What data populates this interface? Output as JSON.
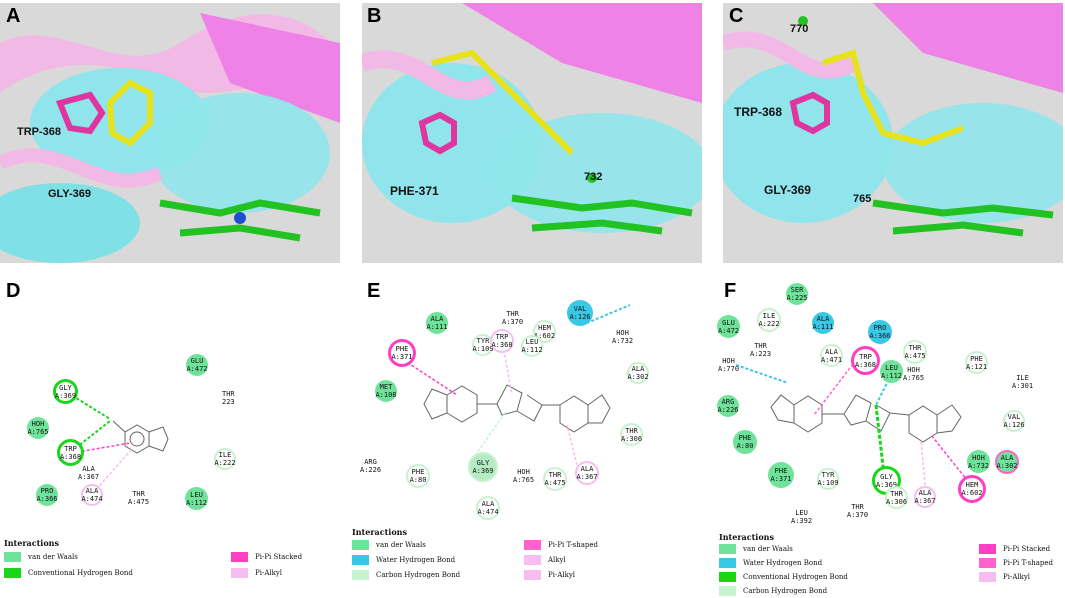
{
  "panels": {
    "A": {
      "label": "A",
      "residues": [
        "TRP-368",
        "GLY-369"
      ]
    },
    "B": {
      "label": "B",
      "residues": [
        "PHE-371",
        "732"
      ]
    },
    "C": {
      "label": "C",
      "residues": [
        "770",
        "TRP-368",
        "GLY-369",
        "765"
      ]
    },
    "D": {
      "label": "D",
      "residues": [
        {
          "name": "GLY\nA:369",
          "type": "hb"
        },
        {
          "name": "HOH\nA:765",
          "type": "vdw"
        },
        {
          "name": "TRP\nA:368",
          "type": "hb"
        },
        {
          "name": "ALA\nA:367",
          "type": "text"
        },
        {
          "name": "ALA\nA:474",
          "type": "alkyl"
        },
        {
          "name": "PRO\nA:366",
          "type": "vdw"
        },
        {
          "name": "THR\nA:475",
          "type": "text"
        },
        {
          "name": "LEU\nA:112",
          "type": "vdw"
        },
        {
          "name": "ILE\nA:222",
          "type": "chb"
        },
        {
          "name": "THR\n223",
          "type": "text"
        },
        {
          "name": "GLU\nA:472",
          "type": "vdw"
        }
      ],
      "legend": {
        "title": "Interactions",
        "items": [
          "van der Waals",
          "Conventional Hydrogen Bond",
          "Pi-Pi Stacked",
          "Pi-Alkyl"
        ]
      }
    },
    "E": {
      "label": "E",
      "residues": [
        {
          "name": "ALA\nA:111",
          "type": "vdw"
        },
        {
          "name": "PHE\nA:371",
          "type": "pipi"
        },
        {
          "name": "MET\nA:108",
          "type": "vdw"
        },
        {
          "name": "THR\nA:370",
          "type": "text"
        },
        {
          "name": "TYR\nA:109",
          "type": "chb"
        },
        {
          "name": "TRP\nA:368",
          "type": "alkyl"
        },
        {
          "name": "HEM\nA:602",
          "type": "chb"
        },
        {
          "name": "LEU\nA:112",
          "type": "chb"
        },
        {
          "name": "VAL\nA:126",
          "type": "water"
        },
        {
          "name": "HOH\nA:732",
          "type": "text"
        },
        {
          "name": "ALA\nA:302",
          "type": "chb"
        },
        {
          "name": "THR\nA:306",
          "type": "chb"
        },
        {
          "name": "ARG\nA:226",
          "type": "text"
        },
        {
          "name": "PHE\nA:80",
          "type": "chb"
        },
        {
          "name": "GLY\nA:369",
          "type": "chb"
        },
        {
          "name": "HOH\nA:765",
          "type": "text"
        },
        {
          "name": "THR\nA:475",
          "type": "chb"
        },
        {
          "name": "ALA\nA:367",
          "type": "alkyl"
        },
        {
          "name": "ALA\nA:474",
          "type": "chb"
        }
      ],
      "legend": {
        "title": "Interactions",
        "items": [
          "van der Waals",
          "Water Hydrogen Bond",
          "Carbon Hydrogen Bond",
          "Pi-Pi T-shaped",
          "Alkyl",
          "Pi-Alkyl"
        ]
      }
    },
    "F": {
      "label": "F",
      "residues": [
        {
          "name": "SER\nA:225",
          "type": "vdw"
        },
        {
          "name": "GLU\nA:472",
          "type": "vdw"
        },
        {
          "name": "ILE\nA:222",
          "type": "chb"
        },
        {
          "name": "ALA\nA:111",
          "type": "water"
        },
        {
          "name": "PRO\nA:366",
          "type": "water"
        },
        {
          "name": "THR\nA:223",
          "type": "text"
        },
        {
          "name": "HOH\nA:770",
          "type": "text"
        },
        {
          "name": "ALA\nA:471",
          "type": "chb"
        },
        {
          "name": "TRP\nA:368",
          "type": "pipi"
        },
        {
          "name": "THR\nA:475",
          "type": "chb"
        },
        {
          "name": "LEU\nA:112",
          "type": "vdw"
        },
        {
          "name": "HOH\nA:765",
          "type": "text"
        },
        {
          "name": "PHE\nA:121",
          "type": "chb"
        },
        {
          "name": "ILE\nA:301",
          "type": "text"
        },
        {
          "name": "ARG\nA:226",
          "type": "vdw"
        },
        {
          "name": "PHE\nA:80",
          "type": "vdw"
        },
        {
          "name": "VAL\nA:126",
          "type": "chb"
        },
        {
          "name": "HOH\nA:732",
          "type": "vdw"
        },
        {
          "name": "ALA\nA:302",
          "type": "vdwpink"
        },
        {
          "name": "PHE\nA:371",
          "type": "vdw"
        },
        {
          "name": "TYR\nA:109",
          "type": "chb"
        },
        {
          "name": "GLY\nA:369",
          "type": "hb"
        },
        {
          "name": "THR\nA:306",
          "type": "chb"
        },
        {
          "name": "ALA\nA:367",
          "type": "alkyl"
        },
        {
          "name": "HEM\nA:602",
          "type": "pipi"
        },
        {
          "name": "LEU\nA:392",
          "type": "text"
        },
        {
          "name": "THR\nA:370",
          "type": "text"
        }
      ],
      "legend": {
        "title": "Interactions",
        "items": [
          "van der Waals",
          "Water Hydrogen Bond",
          "Conventional Hydrogen Bond",
          "Carbon Hydrogen Bond",
          "Pi-Pi Stacked",
          "Pi-Pi T-shaped",
          "Pi-Alkyl"
        ]
      }
    }
  },
  "colors": {
    "vdw": "#6fe39a",
    "conventional_hb": "#19d619",
    "water_hb": "#39c9e6",
    "carbon_hb": "#c7f2cf",
    "pipi_stacked": "#ff3fc3",
    "pipi_tshaped": "#ff63cc",
    "alkyl": "#f6bdf0",
    "pi_alkyl": "#f6bdf0"
  }
}
